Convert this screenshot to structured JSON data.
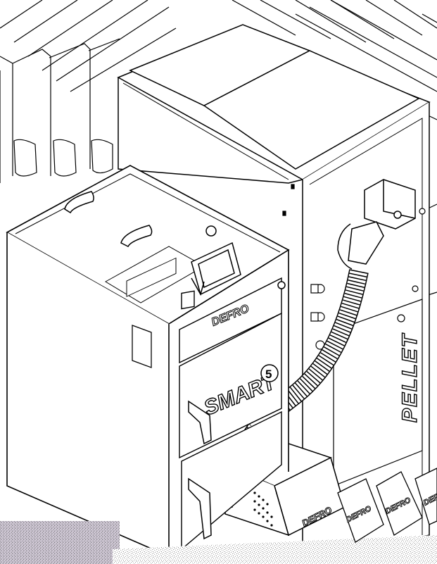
{
  "brand": {
    "boiler_plate": "DEFRO",
    "burner_plate": "DEFRO",
    "repeat_plates": [
      "DEFRO",
      "DEFRO",
      "DEFRO"
    ]
  },
  "model": {
    "name": "SMART",
    "badge": "5"
  },
  "hopper": {
    "label": "PELLET"
  },
  "colors": {
    "line": "#000000",
    "background": "#ffffff",
    "floor_noise": "#9a9a9a"
  },
  "icons": {
    "controller": "control-panel-icon",
    "handles": "lid-handle-icon"
  }
}
